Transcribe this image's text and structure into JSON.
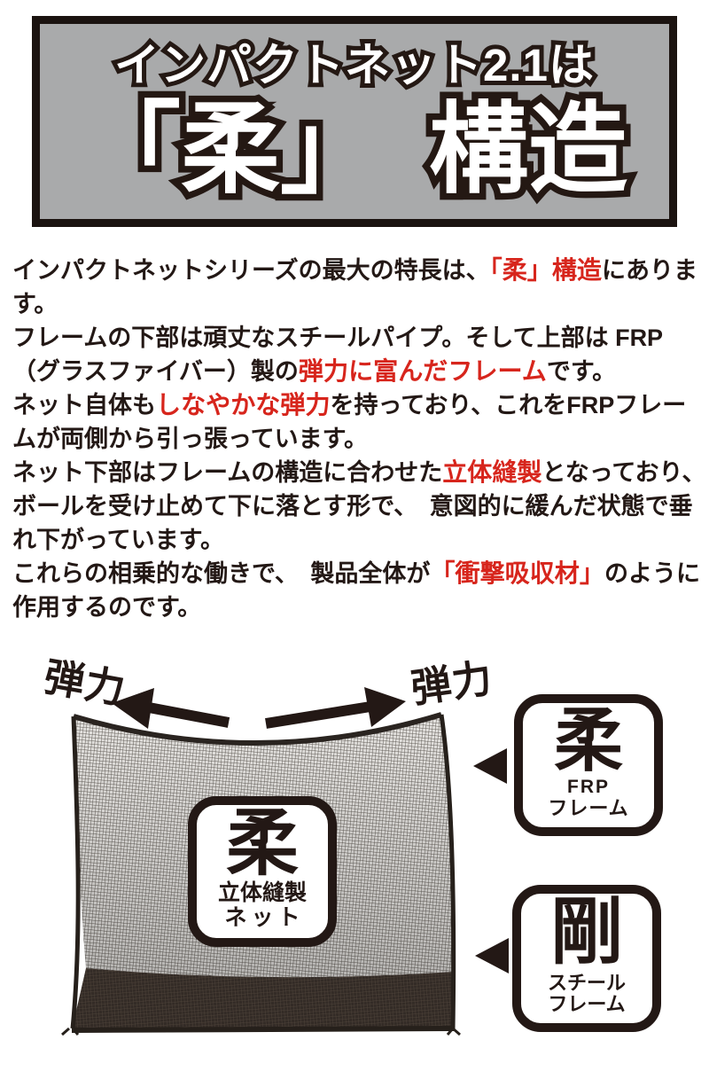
{
  "colors": {
    "ink": "#231815",
    "accent_red": "#d7251c",
    "banner_gray": "#a9aaab"
  },
  "banner": {
    "line1": "インパクトネット2.1は",
    "line2": "「柔」　構造"
  },
  "body": {
    "paragraphs": [
      {
        "runs": [
          {
            "text": "インパクトネットシリーズの最大の特長は、",
            "red": false
          },
          {
            "text": "「柔」構造",
            "red": true
          },
          {
            "text": "にあります。",
            "red": false
          }
        ]
      },
      {
        "runs": [
          {
            "text": "フレームの下部は頑丈なスチールパイプ。そして上部は FRP（グラスファイバー）製の",
            "red": false
          },
          {
            "text": "弾力に富んだフレーム",
            "red": true
          },
          {
            "text": "です。",
            "red": false
          }
        ]
      },
      {
        "runs": [
          {
            "text": "ネット自体も",
            "red": false
          },
          {
            "text": "しなやかな弾力",
            "red": true
          },
          {
            "text": "を持っており、これをFRPフレームが両側から引っ張っています。",
            "red": false
          }
        ]
      },
      {
        "runs": [
          {
            "text": "ネット下部はフレームの構造に合わせた",
            "red": false
          },
          {
            "text": "立体縫製",
            "red": true
          },
          {
            "text": "となっており、　ボールを受け止めて下に落とす形で、　意図的に緩んだ状態で垂れ下がっています。",
            "red": false
          }
        ]
      },
      {
        "runs": [
          {
            "text": "これらの相乗的な働きで、　製品全体が",
            "red": false
          },
          {
            "text": "「衝撃吸収材」",
            "red": true
          },
          {
            "text": "のように作用するのです。",
            "red": false
          }
        ]
      }
    ]
  },
  "diagram": {
    "left_arrow_label": "弾力",
    "right_arrow_label": "弾力",
    "net_badge": {
      "kanji": "柔",
      "line1": "立体縫製",
      "line2": "ネット"
    },
    "frp_badge": {
      "kanji": "柔",
      "line1": "FRP",
      "line2": "フレーム"
    },
    "steel_badge": {
      "kanji": "剛",
      "line1": "スチール",
      "line2": "フレーム"
    }
  }
}
